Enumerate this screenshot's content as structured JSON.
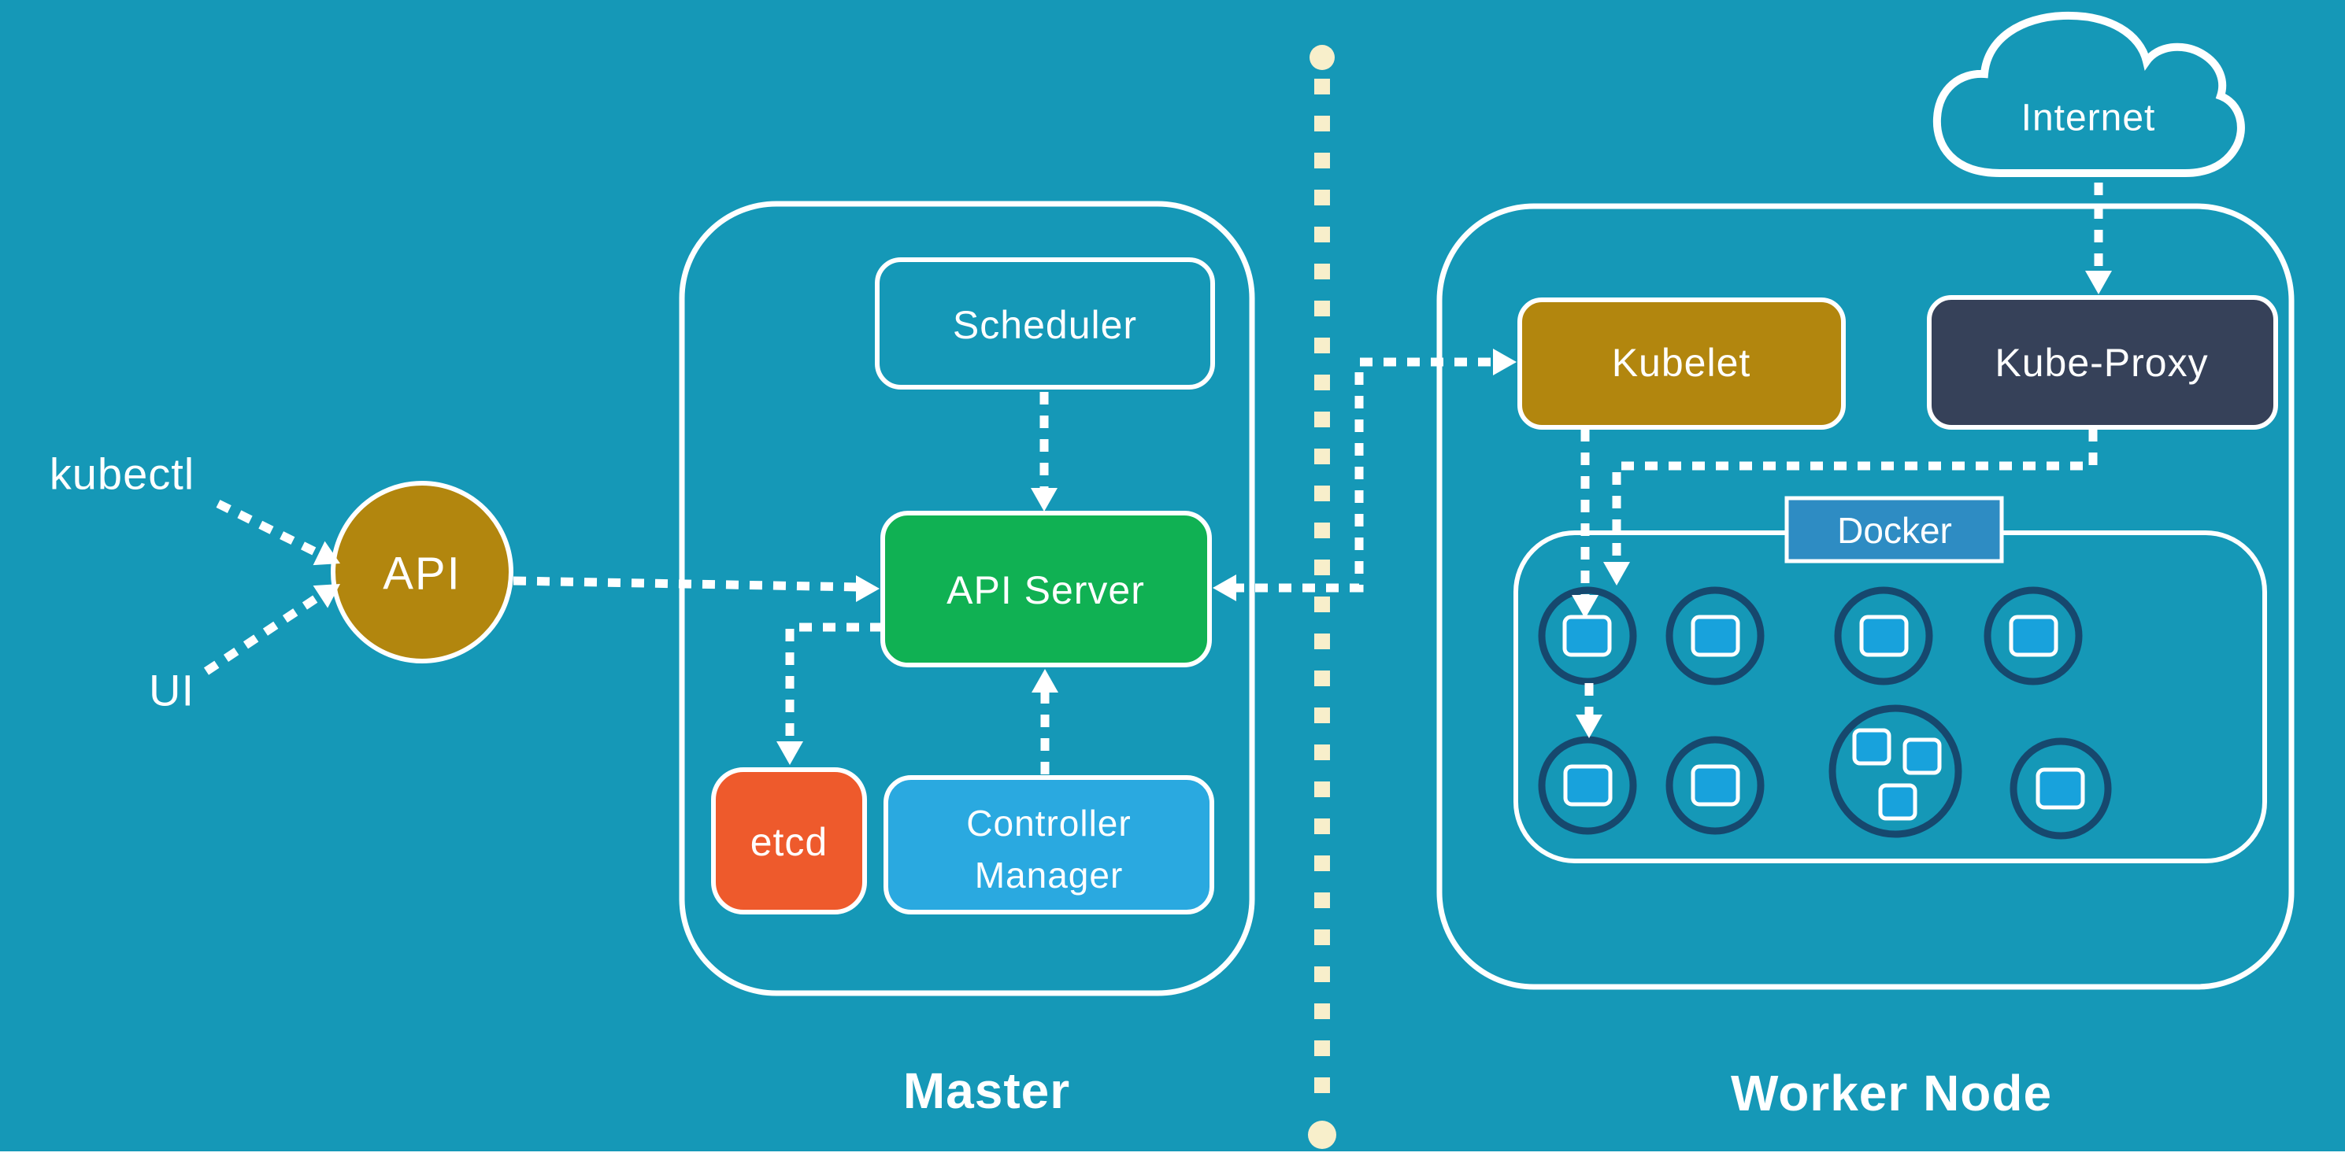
{
  "colors": {
    "background": "#1598b7",
    "white": "#ffffff",
    "gold": "#b2860e",
    "green": "#10b153",
    "orange": "#ee5a2c",
    "light_blue": "#2aa9e0",
    "navy": "#364159",
    "docker_blue": "#2e8cc3",
    "pod_ring": "#16486e",
    "container_blue": "#18a2dc",
    "divider_cream": "#f8efcb",
    "label_cream": "#f2eca4"
  },
  "clients": {
    "kubectl_label": "kubectl",
    "ui_label": "UI",
    "api_label": "API"
  },
  "master": {
    "section_label": "Master",
    "scheduler_label": "Scheduler",
    "api_server_label": "API Server",
    "etcd_label": "etcd",
    "controller_manager_line1": "Controller",
    "controller_manager_line2": "Manager"
  },
  "worker": {
    "section_label": "Worker Node",
    "internet_label": "Internet",
    "kubelet_label": "Kubelet",
    "kube_proxy_label": "Kube-Proxy",
    "docker_label": "Docker",
    "pod_count": 8
  }
}
